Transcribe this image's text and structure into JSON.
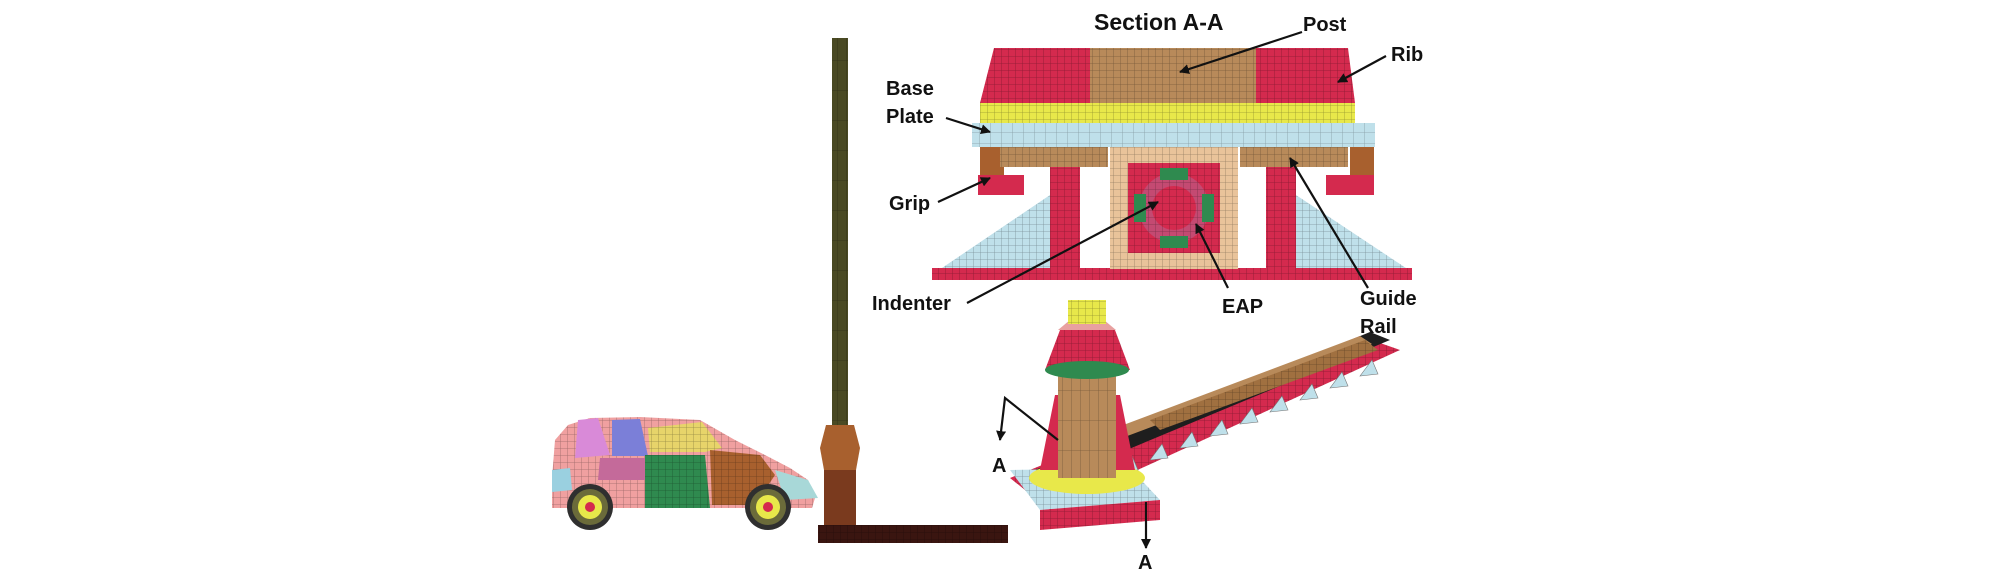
{
  "section_title": "Section A-A",
  "labels": {
    "post": "Post",
    "rib": "Rib",
    "base_plate_line1": "Base",
    "base_plate_line2": "Plate",
    "grip": "Grip",
    "indenter": "Indenter",
    "eap": "EAP",
    "guide_rail_line1": "Guide",
    "guide_rail_line2": "Rail",
    "section_mark_top": "A",
    "section_mark_bottom": "A"
  },
  "colors": {
    "red": "#d42a4e",
    "brown": "#b88a5a",
    "yellow": "#e8e84a",
    "light_blue": "#bfe0ea",
    "tan": "#e9c39a",
    "green": "#2f8a4f",
    "dark": "#2a2a1e"
  }
}
